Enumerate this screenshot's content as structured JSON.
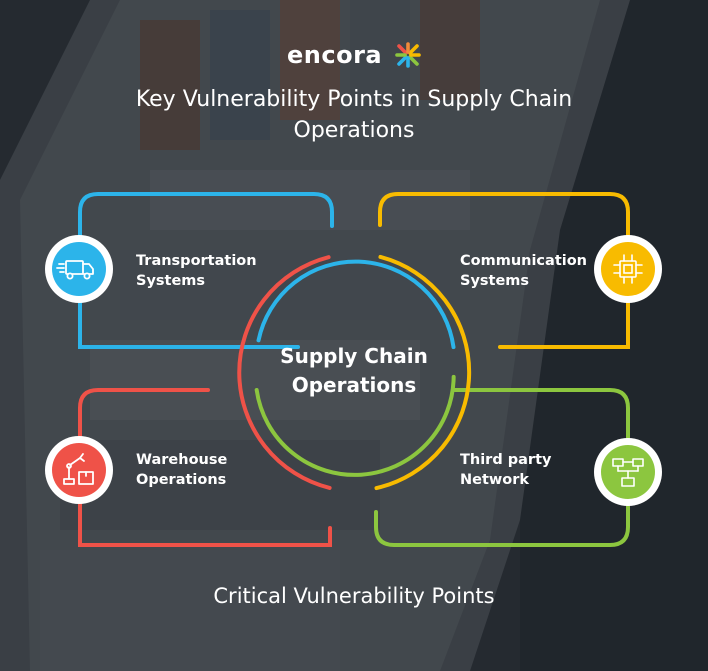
{
  "brand": {
    "name": "encora"
  },
  "title": "Key Vulnerability Points in Supply Chain Operations",
  "center": {
    "line1": "Supply Chain",
    "line2": "Operations"
  },
  "nodes": [
    {
      "line1": "Transportation",
      "line2": "Systems",
      "icon": "truck-icon",
      "color": "#2cb4ea"
    },
    {
      "line1": "Communication",
      "line2": "Systems",
      "icon": "circuit-chip-icon",
      "color": "#f8bb00"
    },
    {
      "line1": "Warehouse",
      "line2": "Operations",
      "icon": "robot-arm-icon",
      "color": "#ef5248"
    },
    {
      "line1": "Third party",
      "line2": "Network",
      "icon": "network-computers-icon",
      "color": "#8cc63f"
    }
  ],
  "footer": "Critical Vulnerability Points",
  "colors": {
    "blue": "#2cb4ea",
    "yellow": "#f8bb00",
    "red": "#ef5248",
    "green": "#8cc63f",
    "background": "#2b3036"
  }
}
